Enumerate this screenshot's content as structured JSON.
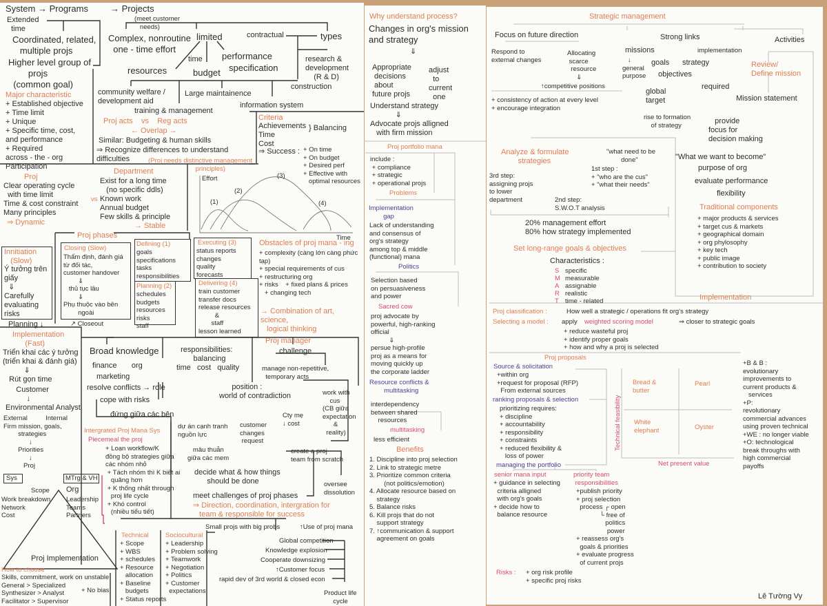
{
  "colors": {
    "ink": "#2b2b2e",
    "orange": "#e07c52",
    "purple": "#4b3f93",
    "pink": "#d94a6b",
    "paper": "#fbfbf8",
    "wood": "#c9a27a"
  },
  "left": {
    "system": "System",
    "programs": "→ Programs",
    "projects": "→ Projects",
    "customer_needs": "(meet customer\n   needs)",
    "extended_time": "Extended\n  time",
    "coordinated": "Coordinated, related,\n   multiple projs",
    "higher_level": "Higher level group of\n        projs\n  (common goal)",
    "major_title": "Major characteristic",
    "major_list": "+ Established objective\n+ Time limit\n+ Unique\n+ Specific time, cost,\nand performance\n+ Required\nacross - the - org\nParticipation",
    "complex": "Complex, nonroutine\n  one - time effort",
    "limited": "limited",
    "contractual": "contractual",
    "types": "types",
    "time": "time",
    "performance": "performance",
    "resources": "resources",
    "budget": "budget",
    "specification": "specification",
    "rnd": "research &\ndevelopment\n    (R & D)",
    "construction": "construction",
    "community": "community welfare /\ndevelopment aid",
    "maintenance": "Large maintainence",
    "info_system": "information system",
    "training": "training & management",
    "proj_vs_reg": "Proj acts    vs    Reg acts",
    "overlap": "← Overlap →",
    "similar": "Similar: Budgeting & human skills",
    "recognize": "⇒ Recognize differences to understand\ndifficulties",
    "distinct": "(Proj needs distinctive management\n                          principles)",
    "criteria_title": "Criteria",
    "criteria_list": "Achievements\nTime\nCost",
    "balancing": "} Balancing",
    "success": "⇒ Success :",
    "success_list": "+ On time\n+ On budget\n+ Desired perf\n+ Effective with\n   optimal resources",
    "proj_title": "Proj",
    "proj_list": "Clear operating cycle\n  with time limit\nTime & cost constraint\nMany principles",
    "dynamic": "⇒ Dynamic",
    "vs": "vs",
    "dept_title": "Department",
    "dept_list": "Exist for a long time\n   (no specific ddls)\nKnown work\nAnnual budget\nFew skills & principle",
    "stable": "→ Stable",
    "effort_chart": {
      "ylabel": "Effort",
      "xlabel": "Time",
      "phase_labels": [
        "(1)",
        "(2)",
        "(3)",
        "(4)"
      ]
    },
    "phases_title": "Proj phases",
    "initiation_title": "Innitiation\n   (Slow)",
    "initiation_body": "Ý tưởng trên\ngiấy\n  ⇓\nCarefully\nevaluating\nrisks",
    "planning_arrow": "Planning ↓",
    "closing_title": "Closing (Slow)",
    "closing_body": "Thẩm định, đánh giá\ntừ đối tác,\ncustomer handover\n        ⇓\n   thủ tục lâu\n        ⇓\nPhụ thuộc vào bên\n        ngoài",
    "closeout": "↗ Closeout",
    "defining_title": "Defining (1)",
    "defining_body": "goals\nspecifications\ntasks\nresponsibilities",
    "planning_title": "Planning (2)",
    "planning_body": "schedules\nbudgets\nresources\nrisks\nstaff",
    "executing_title": "Executing (3)",
    "executing_body": "status reports\nchanges\nquality\nforecasts",
    "delivering_title": "Delivering (4)",
    "delivering_body": "train customer\ntransfer docs\nrelease resources\n         &\n       staff\nlesson learned",
    "obstacles_title": "Obstacles of proj mana - ing",
    "obstacles_list": "+ complexity (càng lớn càng phức tạp)\n+ special requirements of cus\n+ restructuring org\n+ risks    + fixed plans & prices\n   + changing tech",
    "combination": "→ Combination of art, science,\n   logical thinking",
    "impl_title": "Implementation\n      (Fast)",
    "impl_body": "Triển khai các ý tưởng\n(triển khai & đánh giá)\n          ⇓\n   Rút gọn time",
    "customer": "     Customer\n          ↓\nEnvironmental Analyst",
    "ext_int": "External          Internal\nFirm mission, goals,\n        strategies\n              ↓\n        Priorities\n              ↓\n           Proj",
    "sys": "Sys",
    "mtrg": "MTrg & VH",
    "scope": "Scope",
    "scope_list": "Work breakdown\nNetwork\nCost",
    "org": "Org",
    "org_list": "Leadership\nTeams\nPartners",
    "proj_impl": "Proj Implementation",
    "choose_title": "How to choose",
    "choose_list": "Skills, commitment, work on unstable\nGeneral > Specialized\nSynthesizer > Analyst\nFacilitator > Supervisor",
    "no_bias": "+ No bias",
    "pm_title": "Proj manager",
    "broad": "Broad knowledge",
    "finance_org": "finance       org",
    "marketing": "marketing",
    "resolve": "resolve conflicts → role",
    "cope": "cope with risks",
    "dung_giua": "đứng giữa các bên",
    "responsibilities": "  responsibilities:\n        balancing\ntime   cost   quality",
    "challenge": "challenge",
    "manage_non": "manage non-repetitive,\n  temporary acts",
    "position": "      position :\nworld of contradiction",
    "work_cus": "work with\n    cus\n(CB giữa\nexpectation\n      &\n  reality)",
    "du_an": "dự án cạnh tranh\nnguồn lực",
    "cust_changes": "customer\nchanges\n request",
    "cty_me": "Cty mẹ\n↓ cost",
    "mau_thuan": "   mâu thuẫn\ngiữa các mem",
    "create_team": "create a proj\nteam from scratch",
    "decide": "decide what & how things\n      should be done",
    "oversee": "oversee\ndissolution",
    "meet": "meet challenges of proj phases",
    "direction": "⇒ Direction, coordination, intergration for\n   team & responsible for success",
    "ipms_title": "Intergrated Proj Mana Sys",
    "piecemeal": "Piecemeal the proj",
    "ipms_list": "+ Loạn workflow/K\nđồng bộ strategies giữa\ncác nhóm nhỏ\n + Tách nhóm thì K biết ai\n   quăng hơn\n + K thống nhất through\n   proj life cycle\n + Khó control\n   (nhiều tiểu tiết)",
    "small_projs": "Small projs with big probs",
    "use_pm": "↑Use of proj mana",
    "technical_title": "Technical",
    "technical_list": "+ Scope\n+ WBS\n+ schedules\n+ Resource\n   allocation\n+ Baseline\n   budgets\n+ Status reports",
    "socio_title": "Sociocultural",
    "socio_list": "+ Leadership\n+ Problem solving\n+ Teamwork\n+ Negotiation\n+ Politics\n+ Customer\n  expectations",
    "drivers": [
      "Global competition",
      "Knowledge explosion",
      "Cooperate downsizing",
      "↑Customer focus",
      "rapid dev of 3rd world & closed econ"
    ],
    "product_life": "Product life\n     cycle"
  },
  "middle": {
    "why_title": "Why understand process?",
    "changes": "Changes in org's mission\nand strategy",
    "arrow": "⇓",
    "appropriate": "Appropriate\n decisions\n about\nfuture projs",
    "adjust": "adjust\n  to\ncurrent\n  one",
    "understand": "Understand strategy\n            ⇓\nAdvocate projs alligned\n   with firm mission",
    "portfolio_title": "Proj portfolio mana",
    "include": "include :\n + compliance\n + strategic\n + operational projs",
    "problems": "Problems",
    "impl_gap": "Implementation\n        gap",
    "lack": "Lack of understanding\nand consensus of\norg's strategy\namong top & middle\n(functional) mana",
    "politics": "Politics",
    "selection": "Selection based\non persuasiveness\nand power",
    "sacred_cow": "Sacred cow",
    "sacred_body": "proj advocate by\npowerful, high-ranking\nofficial\n          ⇓\npersue high-profile\nproj as a means for\nmoving quickly up\nthe corporate ladder",
    "resource_conflicts": "Resource conflicts &\n        multitasking",
    "interdependency": "interdependency\nbetween shared\n    resources",
    "multitasking": "multitasking",
    "less_efficient": "less efficient",
    "benefits_title": "Benefits",
    "benefits_list": "1. Discipline into proj selection\n2. Link to strategic metre\n3. Prioritize common criteria\n        (not politics/emotion)\n4. Allocate resource based on\n    strategy\n5. Balance risks\n6. Kill projs that do not\n    support strategy\n7. ↑communication & support\n    agreement on goals"
  },
  "right": {
    "title": "Strategic management",
    "focus": "Focus on future direction",
    "respond": "Respond to\nexternal changes",
    "allocating": "Allocating\n scarce\n  resource\n     ⇓",
    "competitive": "↑competitive positions",
    "consistency": "+ consistency of action at every level\n+ encourage integration",
    "strong_links": "Strong links",
    "missions": "missions",
    "general": "   ↓\ngeneral\npurpose",
    "goals": "goals",
    "strategy": "strategy",
    "implementation": "implementation",
    "objectives": "objectives",
    "global": "global\ntarget",
    "required": "required",
    "rise": "rise to formation\n    of strategy",
    "activities": "Activities",
    "review": "Review/\nDefine mission",
    "mission_statement": "Mission statement",
    "provide": "   provide\nfocus for\ndecision making",
    "analyze": "Analyze & formulate\n        strategies",
    "what_need": "\"what need to be\n        done\"",
    "step1": "1st step :\n+ \"who are the cus\"\n+ \"what their needs\"",
    "step3": "3rd step:\nassigning projs\nto lower\ndepartment",
    "step2": "2nd step:\nS.W.O.T analysis",
    "effort_split": "20% management effort\n80% how strategy implemented",
    "long_range": "Set long-range goals & objectives",
    "characteristics": "Characteristics :",
    "smart": [
      {
        "letter": "S",
        "word": "specific"
      },
      {
        "letter": "M",
        "word": "measurable"
      },
      {
        "letter": "A",
        "word": "assignable"
      },
      {
        "letter": "R",
        "word": "realistic"
      },
      {
        "letter": "T",
        "word": "time - related"
      }
    ],
    "want_become": "\"What we want to become\"",
    "purpose": "purpose of org",
    "evaluate": "evaluate performance",
    "flexibility": "flexibility",
    "traditional_title": "Traditional components",
    "traditional_list": "+ major products & services\n+ target cus & markets\n+ geographical domain\n+ org phylosophy\n+ key tech\n+ public image\n+ contribution to society",
    "implementation_label": "Implementation",
    "classification_label": "Proj classification :",
    "classification_text": "How well a strategic / operations fit org's strategy",
    "model_label": "Selecting a model :",
    "model_apply": "apply",
    "model_name": "weighted scoring model",
    "model_result": "⇒ closer to strategic goals",
    "model_list": "+ reduce wasteful proj\n+ identify proper goals\n+ how and why a proj is selected",
    "proposals_title": "Proj proposals",
    "source": "Source & solicitation",
    "source_list": "+within org\n+request for proposal (RFP)\n  From external sources",
    "ranking": "ranking proposals & selection",
    "prioritizing": "prioritizing requires:\n+ discipline\n+ accountability\n+ responsibility\n+ constraints\n+ reduced flexibility &\n   loss of power",
    "managing": "managing the portfolio",
    "senior": "senior mana input",
    "senior_list": "+ guidance in selecting\n  criteria alligned\n  with org's goals\n+ decide how to\n  balance resource",
    "priority_team": "priority team\n responsibilities",
    "priority_list": "+publish priority\n+ proj selection\n  process ┌ open\n             └ free of\n                politics\n                 power\n+ reassess org's\n  goals & priorities\n+ evaluate progress\n  of current projs",
    "risks_label": "Risks :",
    "risks_list": "+ org risk profile\n+ specific proj risks",
    "matrix": {
      "ylabel": "Technical feasibility",
      "xlabel": "Net present value",
      "quadrants": [
        "Bread &\nbutter",
        "Pearl",
        "White\nelephant",
        "Oyster"
      ]
    },
    "matrix_notes": "+B & B :\nevolutionary\nimprovements to\ncurrent products &\n   services\n+P:\nrevolutionary\ncommercial advances\nusing proven technical\n+WE : no longer viable\n+O: technological\nbreak throughs with\nhigh commercial\npayoffs",
    "signature": "Lê Tường Vy"
  }
}
